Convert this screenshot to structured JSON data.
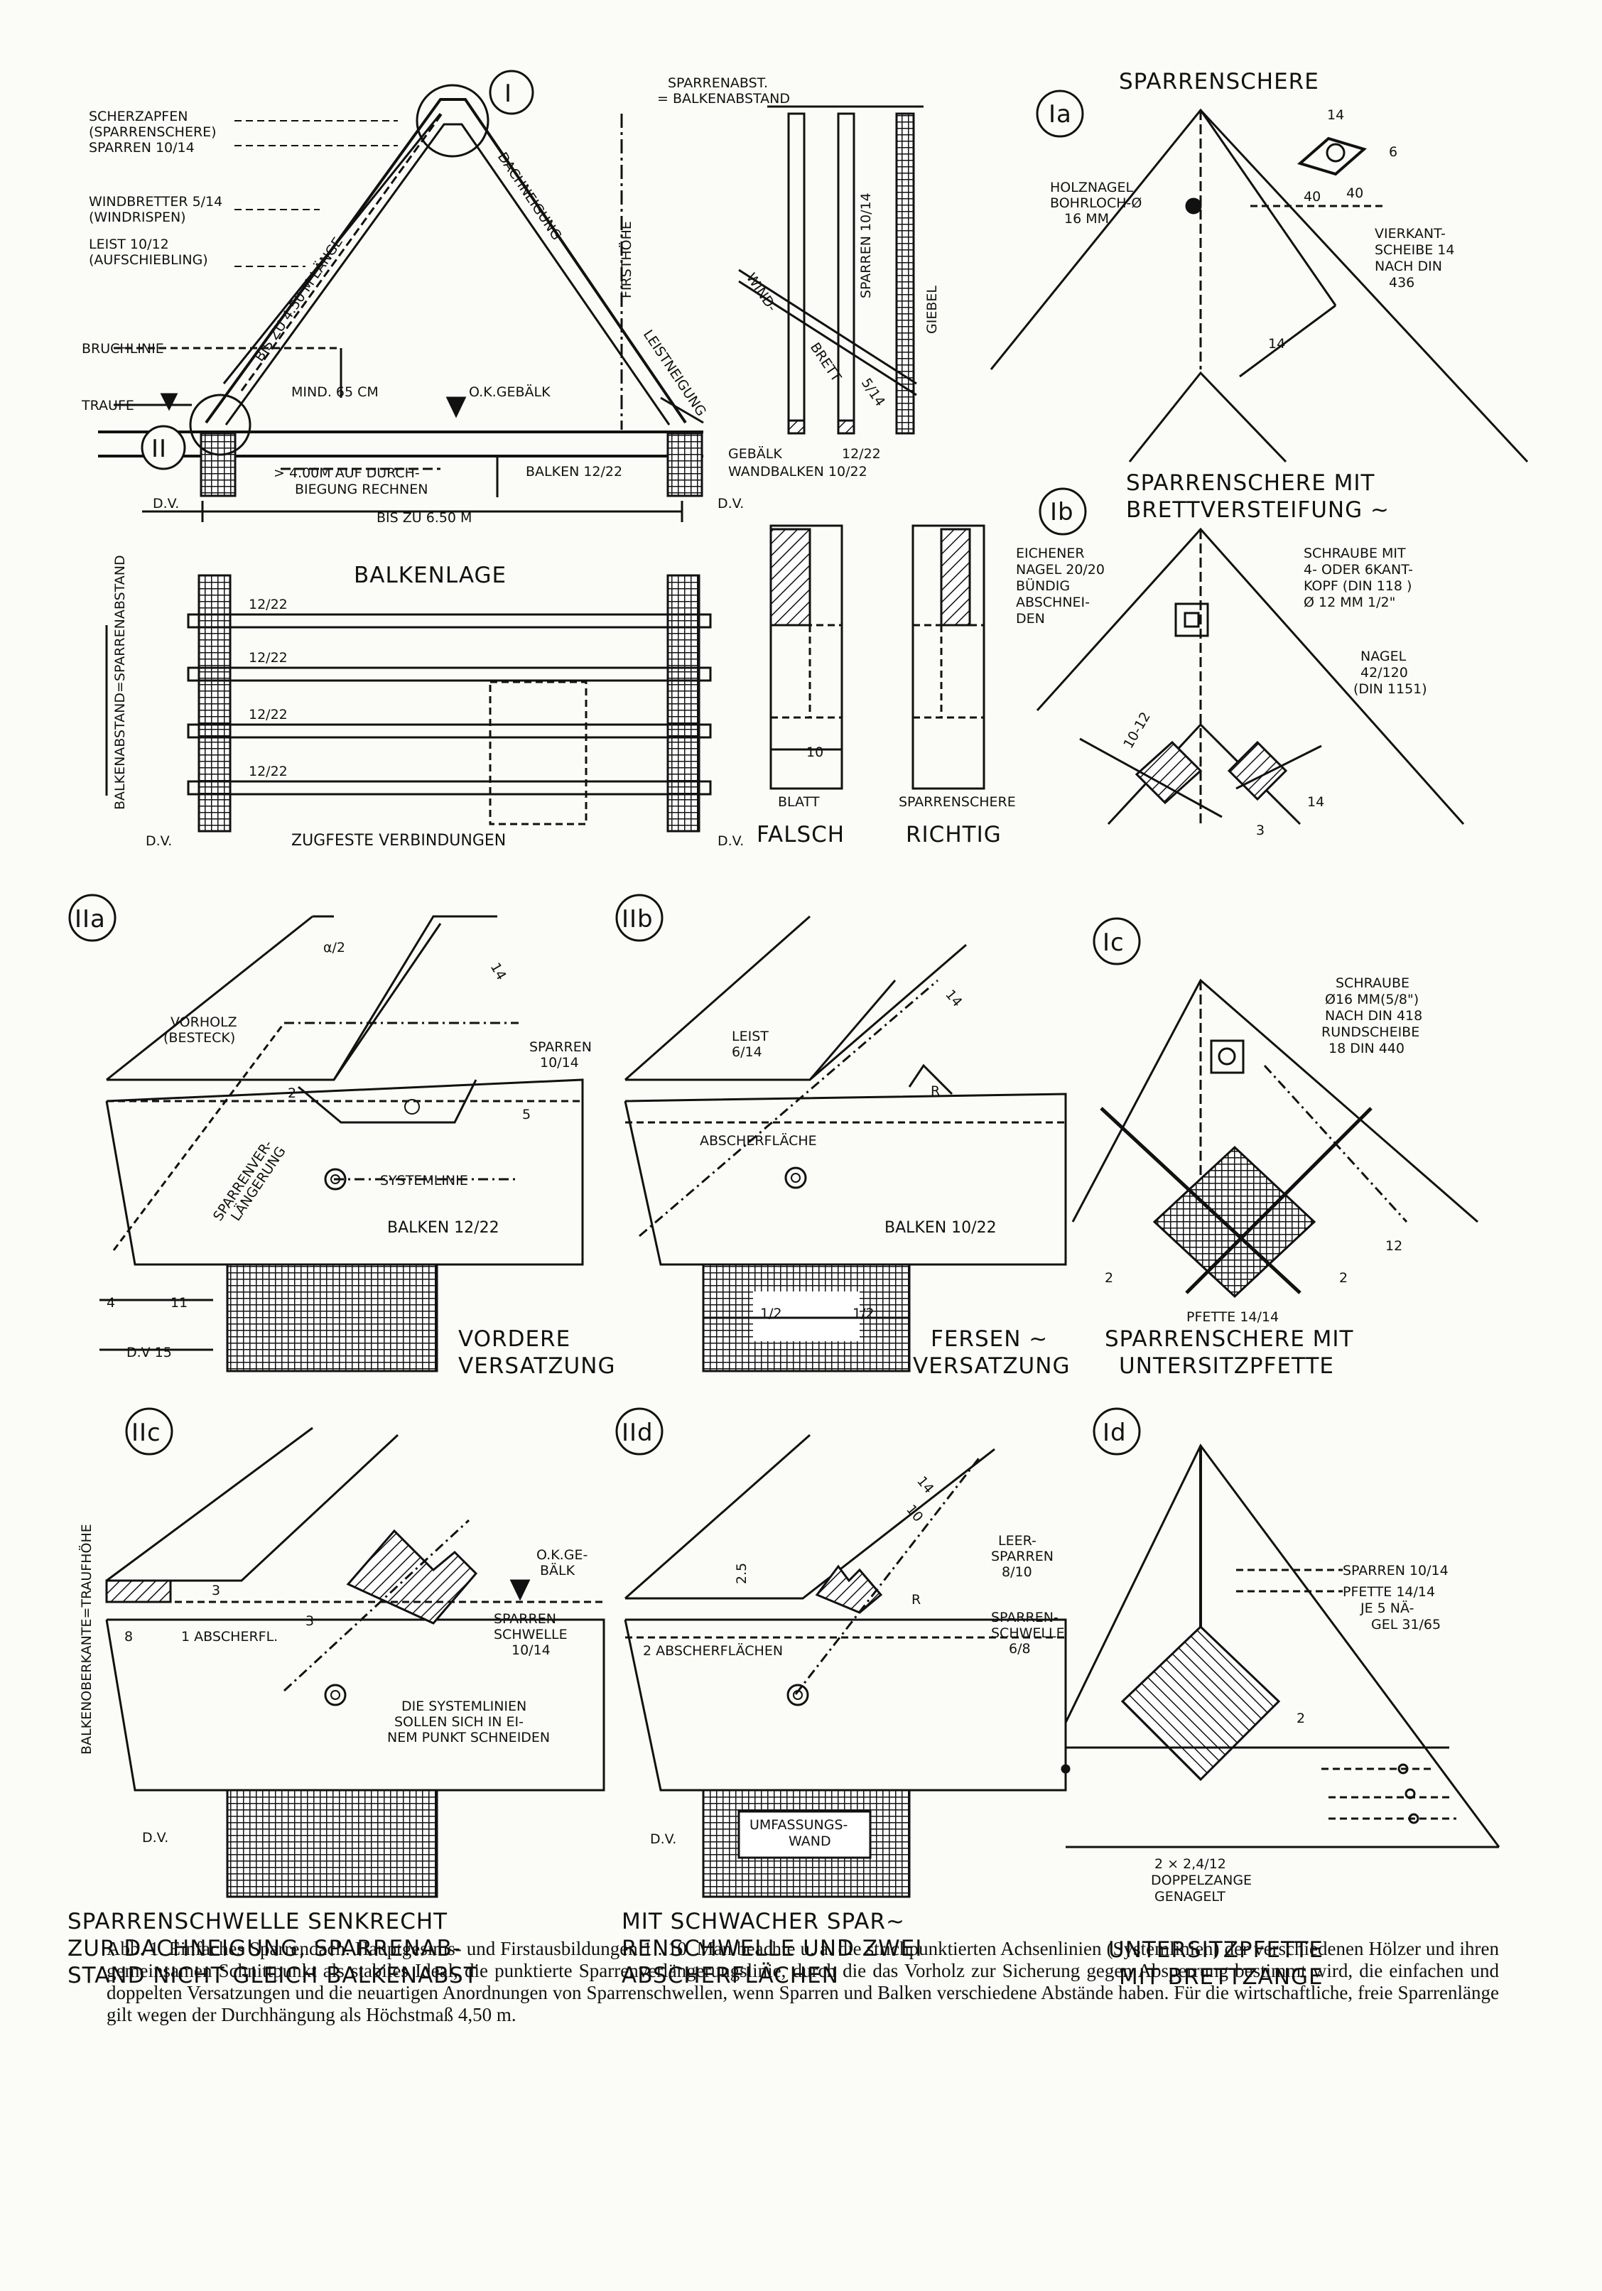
{
  "frame": {
    "I": "I",
    "II": "II",
    "schersapfen": "SCHERZAPFEN",
    "sparrenschere_p": "(SPARRENSCHERE)",
    "sparren_1014": "SPARREN 10/14",
    "windbretter": "WINDBRETTER 5/14",
    "windrispen": "(WINDRISPEN)",
    "leist": "LEIST 10/12",
    "aufschiebling": "(AUFSCHIEBLING)",
    "bruchlinie": "BRUCHLINIE",
    "traufe": "TRAUFE",
    "bis_zu_450": "BIS ZU 4.50 M LÄNGE",
    "dachneigung": "DACHNEIGUNG",
    "firsthoehe": "FIRSTHÖHE",
    "leistneigung": "LEISTNEIGUNG",
    "mind65": "MIND. 65 CM",
    "ok_gebaelk": "O.K.GEBÄLK",
    "durchbiegung1": "> 4.00M AUF DURCH-",
    "durchbiegung2": "BIEGUNG RECHNEN",
    "balken_1222": "BALKEN 12/22",
    "bis_zu_650": "BIS ZU 6.50 M",
    "dv": "D.V."
  },
  "gable": {
    "sparrenabst": "SPARRENABST.",
    "balkenabstand": "= BALKENABSTAND",
    "sparren_1014": "SPARREN 10/14",
    "wind": "WIND-",
    "brett": "BRETT",
    "b514": "5/14",
    "giebel": "GIEBEL",
    "gebaelk": "GEBÄLK",
    "gebaelk_dim": "12/22",
    "wandbalken": "WANDBALKEN 10/22"
  },
  "Ia": {
    "id": "Ia",
    "title": "SPARRENSCHERE",
    "holznagel": "HOLZNAGEL",
    "bohrloch": "BOHRLOCH-Ø",
    "mm16": "16 MM",
    "vierkant": "VIERKANT-",
    "scheibe": "SCHEIBE 14",
    "nach_din": "NACH DIN",
    "din_nr": "436",
    "d14": "14",
    "d40a": "40",
    "d40b": "40",
    "d6": "6",
    "dim14": "14"
  },
  "balkenlage": {
    "title": "BALKENLAGE",
    "row1": "12/22",
    "row2": "12/22",
    "row3": "12/22",
    "row4": "12/22",
    "side": "BALKENABSTAND=SPARRENABSTAND",
    "zugfeste": "ZUGFESTE VERBINDUNGEN",
    "dv1": "D.V.",
    "dv2": "D.V."
  },
  "compare": {
    "d10": "10",
    "blatt": "BLATT",
    "sparrenschere": "SPARRENSCHERE",
    "falsch": "FALSCH",
    "richtig": "RICHTIG",
    "eichener": "EICHENER",
    "nagel": "NAGEL 20/20",
    "buendig": "BÜNDIG",
    "abschnei": "ABSCHNEI-",
    "den": "DEN"
  },
  "Ib": {
    "id": "Ib",
    "title1": "SPARRENSCHERE MIT",
    "title2": "BRETTVERSTEIFUNG ~",
    "schraube": "SCHRAUBE MIT",
    "kant": "4- ODER 6KANT-",
    "kopf": "KOPF (DIN 118 )",
    "dia": "Ø 12 MM  1/2\"",
    "nagel": "NAGEL",
    "nagel_dim": "42/120",
    "din": "(DIN 1151)",
    "d1012": "10-12",
    "d14": "14",
    "d3": "3"
  },
  "IIa": {
    "id": "IIa",
    "alpha": "α/2",
    "vorholz": "VORHOLZ",
    "besteck": "(BESTECK)",
    "d14": "14",
    "sparren": "SPARREN",
    "sparren_dim": "10/14",
    "d2": "2",
    "d5": "5",
    "verl": "SPARRENVER-",
    "laeng": "LÄNGERUNG",
    "systemlinie": "SYSTEMLINIE",
    "balken": "BALKEN 12/22",
    "d4": "4",
    "d11": "11",
    "dv15": "D.V 15",
    "t1": "VORDERE",
    "t2": "VERSATZUNG"
  },
  "IIb": {
    "id": "IIb",
    "leist": "LEIST",
    "leist_dim": "6/14",
    "d14": "14",
    "r": "R",
    "abscher": "ABSCHERFLÄCHE",
    "balken": "BALKEN 10/22",
    "h1": "1/2",
    "h2": "1/2",
    "t1": "FERSEN ~",
    "t2": "VERSATZUNG"
  },
  "Ic": {
    "id": "Ic",
    "schraube": "SCHRAUBE",
    "dia": "Ø16 MM(5/8\")",
    "nachdin": "NACH DIN 418",
    "rund": "RUNDSCHEIBE",
    "din440": "18 DIN 440",
    "d12": "12",
    "d2a": "2",
    "d2b": "2",
    "pfette": "PFETTE 14/14",
    "t1": "SPARRENSCHERE MIT",
    "t2": "UNTERSITZPFETTE"
  },
  "IIc": {
    "id": "IIc",
    "side": "BALKENOBERKANTE=TRAUFHÖHE",
    "d3a": "3",
    "d3b": "3",
    "d8": "8",
    "abscherfl": "1 ABSCHERFL.",
    "okgebaelk1": "O.K.GE-",
    "okgebaelk2": "BÄLK",
    "schwelle": "SPARREN-",
    "schwelle2": "SCHWELLE",
    "schwelle_dim": "10/14",
    "sys1": "DIE SYSTEMLINIEN",
    "sys2": "SOLLEN SICH IN EI-",
    "sys3": "NEM PUNKT SCHNEIDEN",
    "dv": "D.V.",
    "t1": "SPARRENSCHWELLE SENKRECHT",
    "t2": "ZUR DACHNEIGUNG, SPARRENAB-",
    "t3": "STAND NICHT GLEICH BALKENABST"
  },
  "IId": {
    "id": "IId",
    "d14": "14",
    "d10": "10",
    "leer": "LEER-",
    "leer2": "SPARREN",
    "leer_dim": "8/10",
    "d25": "2.5",
    "r": "R",
    "schwelle": "SPARREN-",
    "schwelle2": "SCHWELLE",
    "schwelle_dim": "6/8",
    "abscher2": "2 ABSCHERFLÄCHEN",
    "dv": "D.V.",
    "umf1": "UMFASSUNGS-",
    "umf2": "WAND",
    "t1": "MIT SCHWACHER SPAR~",
    "t2": "RENSCHWELLE UND ZWEI",
    "t3": "ABSCHERFLÄCHEN"
  },
  "Id": {
    "id": "Id",
    "sparren": "SPARREN 10/14",
    "pfette": "PFETTE  14/14",
    "je5": "JE 5  NÄ-",
    "gel": "GEL 31/65",
    "d2": "2",
    "zange1": "2 × 2,4/12",
    "zange2": "DOPPELZANGE",
    "zange3": "GENAGELT",
    "t1": "UNTERSITZPFETTE",
    "t2": "MIT BRETTZANGE"
  },
  "caption": "Abb. 1. Einfaches Sparrendach. Hauptgesims- und Firstausbildungen 1 : 10. Man beachte u. a. die strichpunktierten Achsenlinien (Systemlinien) der verschiedenen Hölzer und ihren gemeinsamen Schnittpunkt als stabiles Ideal, die punktierte Sparrenverlängerungslinie, durch die das Vorholz zur Sicherung gegen Absperrung bestimmt wird, die einfachen und doppelten Versatzungen und die neuartigen Anordnungen von Sparrenschwellen, wenn Sparren und Balken verschiedene Abstände haben. Für die wirtschaftliche, freie Sparrenlänge gilt wegen der Durchhängung als Höchstmaß 4,50 m."
}
